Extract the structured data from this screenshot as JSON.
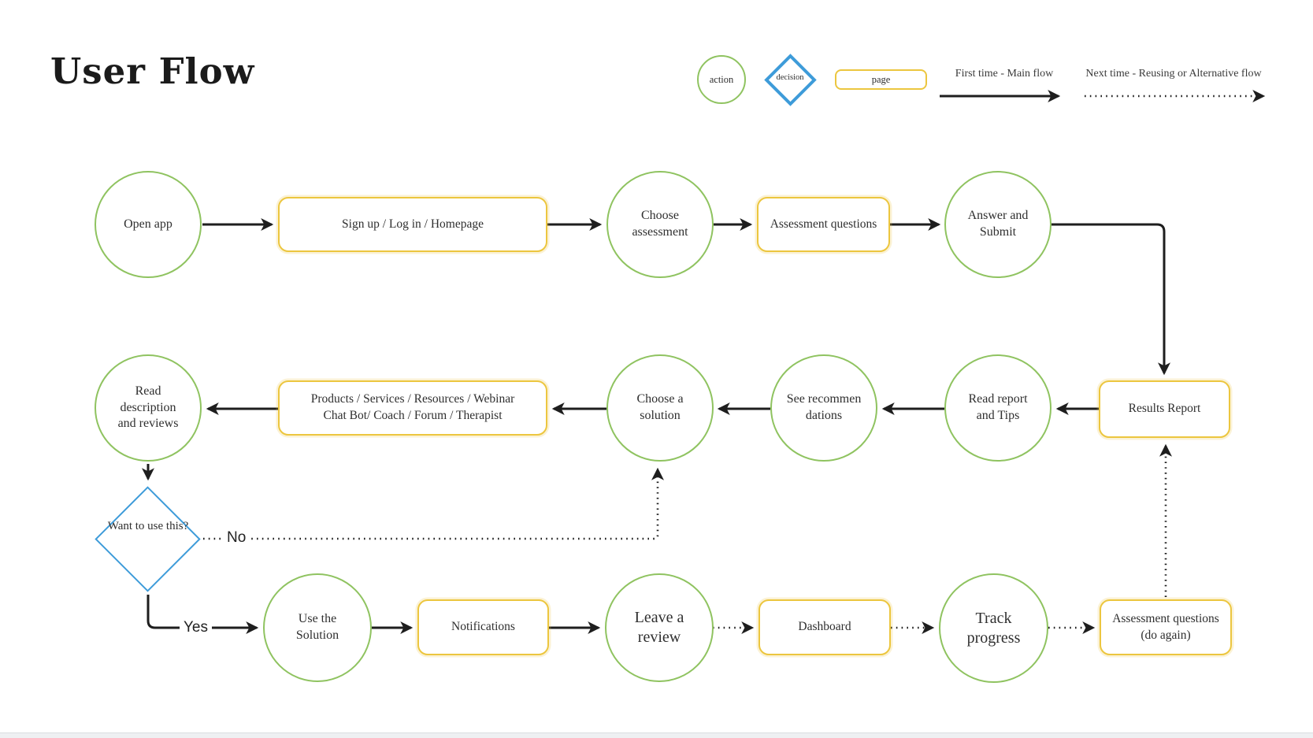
{
  "title": "User Flow",
  "legend": {
    "action_label": "action",
    "decision_label": "decision",
    "page_label": "page",
    "main_flow_label": "First time - Main flow",
    "alt_flow_label": "Next time - Reusing or Alternative flow"
  },
  "colors": {
    "action_stroke": "#8fc360",
    "page_stroke": "#ecc63f",
    "decision_stroke": "#3d9bd9",
    "arrow": "#1e1e1e"
  },
  "nodes": {
    "open_app": "Open app",
    "signup": "Sign up / Log in / Homepage",
    "choose_assessment": "Choose assessment",
    "assessment_questions": "Assessment questions",
    "answer_submit": "Answer and Submit",
    "results_report": "Results Report",
    "read_report": "Read report and Tips",
    "see_recommendations": "See recommendations",
    "choose_solution": "Choose a solution",
    "products_line1": "Products / Services / Resources / Webinar",
    "products_line2": "Chat Bot/ Coach / Forum / Therapist",
    "read_description": "Read description and reviews",
    "want_to_use": "Want to use this?",
    "use_solution": "Use the Solution",
    "notifications": "Notifications",
    "leave_review": "Leave a review",
    "dashboard": "Dashboard",
    "track_progress": "Track progress",
    "assessment_again": "Assessment questions (do again)"
  },
  "edge_labels": {
    "yes": "Yes",
    "no": "No"
  }
}
